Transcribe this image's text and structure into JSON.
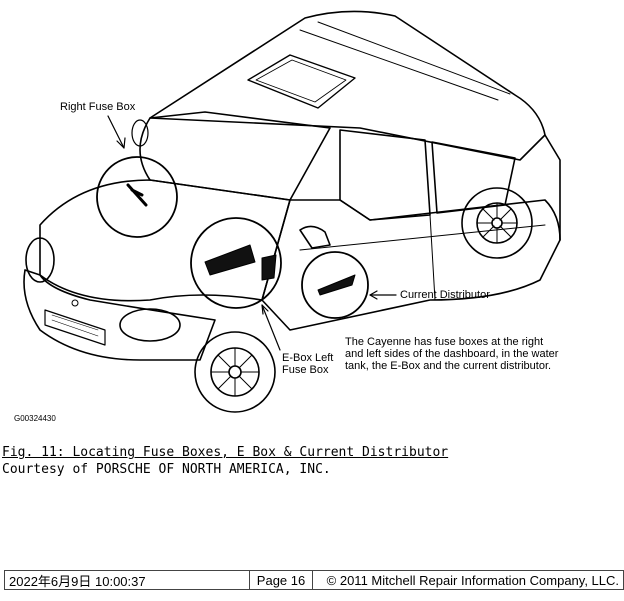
{
  "figure": {
    "labels": {
      "right_fuse_box": "Right Fuse Box",
      "current_distributor": "Current Distributor",
      "ebox_left_fuse_box": "E-Box Left Fuse Box",
      "note": "The Cayenne has fuse boxes at the right and left sides of the dashboard, in the water tank, the E-Box and the current distributor.",
      "image_code": "G00324430"
    }
  },
  "caption": {
    "title": "Fig. 11: Locating Fuse Boxes, E Box & Current Distributor",
    "credit": "Courtesy of PORSCHE OF NORTH AMERICA, INC."
  },
  "footer": {
    "datetime": "2022年6月9日 10:00:37",
    "page": "Page 16",
    "copyright": "© 2011 Mitchell Repair Information Company, LLC."
  }
}
